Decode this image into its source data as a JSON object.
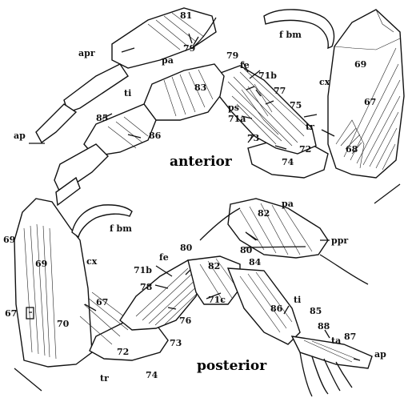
{
  "figure": {
    "headings": {
      "anterior": "anterior",
      "posterior": "posterior"
    },
    "labels": {
      "a81": "81",
      "apr": "apr",
      "a79": "79",
      "fbm_top": "f bm",
      "pa_top": "pa",
      "a79b": "79",
      "fe_top": "fe",
      "a71b_top": "71b",
      "a69_top": "69",
      "cx_top": "cx",
      "ti_top": "ti",
      "a83": "83",
      "a77": "77",
      "ps": "ps",
      "a75": "75",
      "a67_top": "67",
      "a85_top": "85",
      "a71a": "71a",
      "a86_top": "86",
      "tr_top": "tr",
      "ap_top": "ap",
      "a73_top": "73",
      "a72_top": "72",
      "a68": "68",
      "a74_top": "74",
      "pa_bot": "pa",
      "a82_bot": "82",
      "ppr": "ppr",
      "a80_bot": "80",
      "a69_bot": "69",
      "fbm_bot": "f bm",
      "a69_mid": "69",
      "cx_bot": "cx",
      "a80": "80",
      "fe_bot": "fe",
      "a71b_bot": "71b",
      "a82": "82",
      "a84": "84",
      "a78": "78",
      "a71c": "71c",
      "a67_l": "67",
      "a67_r": "67",
      "a70": "70",
      "a86_bot": "86",
      "ti_bot": "ti",
      "a85_bot": "85",
      "a76": "76",
      "a88": "88",
      "a73_bot": "73",
      "ta": "ta",
      "a87": "87",
      "a72_bot": "72",
      "ap_bot": "ap",
      "tr_bot": "tr",
      "a74_bot": "74"
    }
  }
}
